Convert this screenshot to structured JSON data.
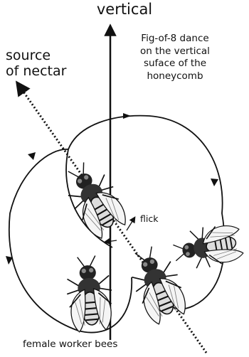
{
  "labels": {
    "vertical": "vertical",
    "source": "source\nof nectar",
    "caption": "Fig-of-8 dance\non the vertical\nsuface of the\nhoneycomb",
    "flick": "flick",
    "bees": "female worker bees"
  },
  "colors": {
    "ink": "#111111",
    "background": "#ffffff"
  }
}
